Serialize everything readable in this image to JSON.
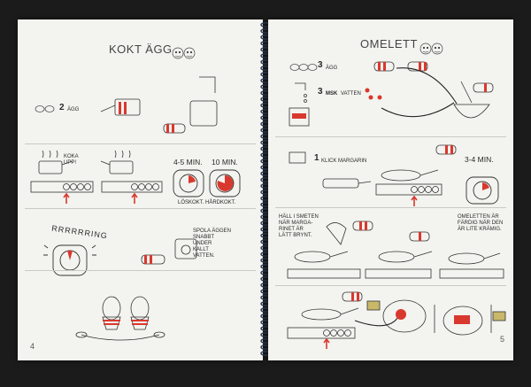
{
  "left": {
    "title": "KOKT ÄGG",
    "eggs_number": "2",
    "eggs_label": "ÄGG",
    "boil_label": "KOKA\nUPP!",
    "time_soft": "4-5 MIN.",
    "time_hard": "10 MIN.",
    "soft_hard_label": "LÖSKOKT. HÅRDKOKT.",
    "rrring": "RRRRRRING",
    "rinse_label": "SPOLA ÄGGEN\nSNABBT\nUNDER\nKALLT\nVATTEN.",
    "page_number": "4"
  },
  "right": {
    "title": "OMELETT",
    "eggs_number": "3",
    "eggs_label": "ÄGG",
    "water_number": "3",
    "water_label": "MSK",
    "water_suffix": "VATTEN",
    "marg_number": "1",
    "marg_label": "KLICK MARGARIN",
    "time": "3-4 MIN.",
    "pour_label": "HÄLL I SMETEN\nNÄR MARGA-\nRINET ÄR\nLÄTT BRYNT.",
    "done_label": "OMELETTEN ÄR\nFÄRDIG NÄR DEN\nÄR LITE KRÄMIG.",
    "page_number": "5"
  },
  "colors": {
    "page": "#f3f3ef",
    "ink": "#2a2a2a",
    "accent": "#d9382e",
    "background": "#1b1b1b"
  }
}
